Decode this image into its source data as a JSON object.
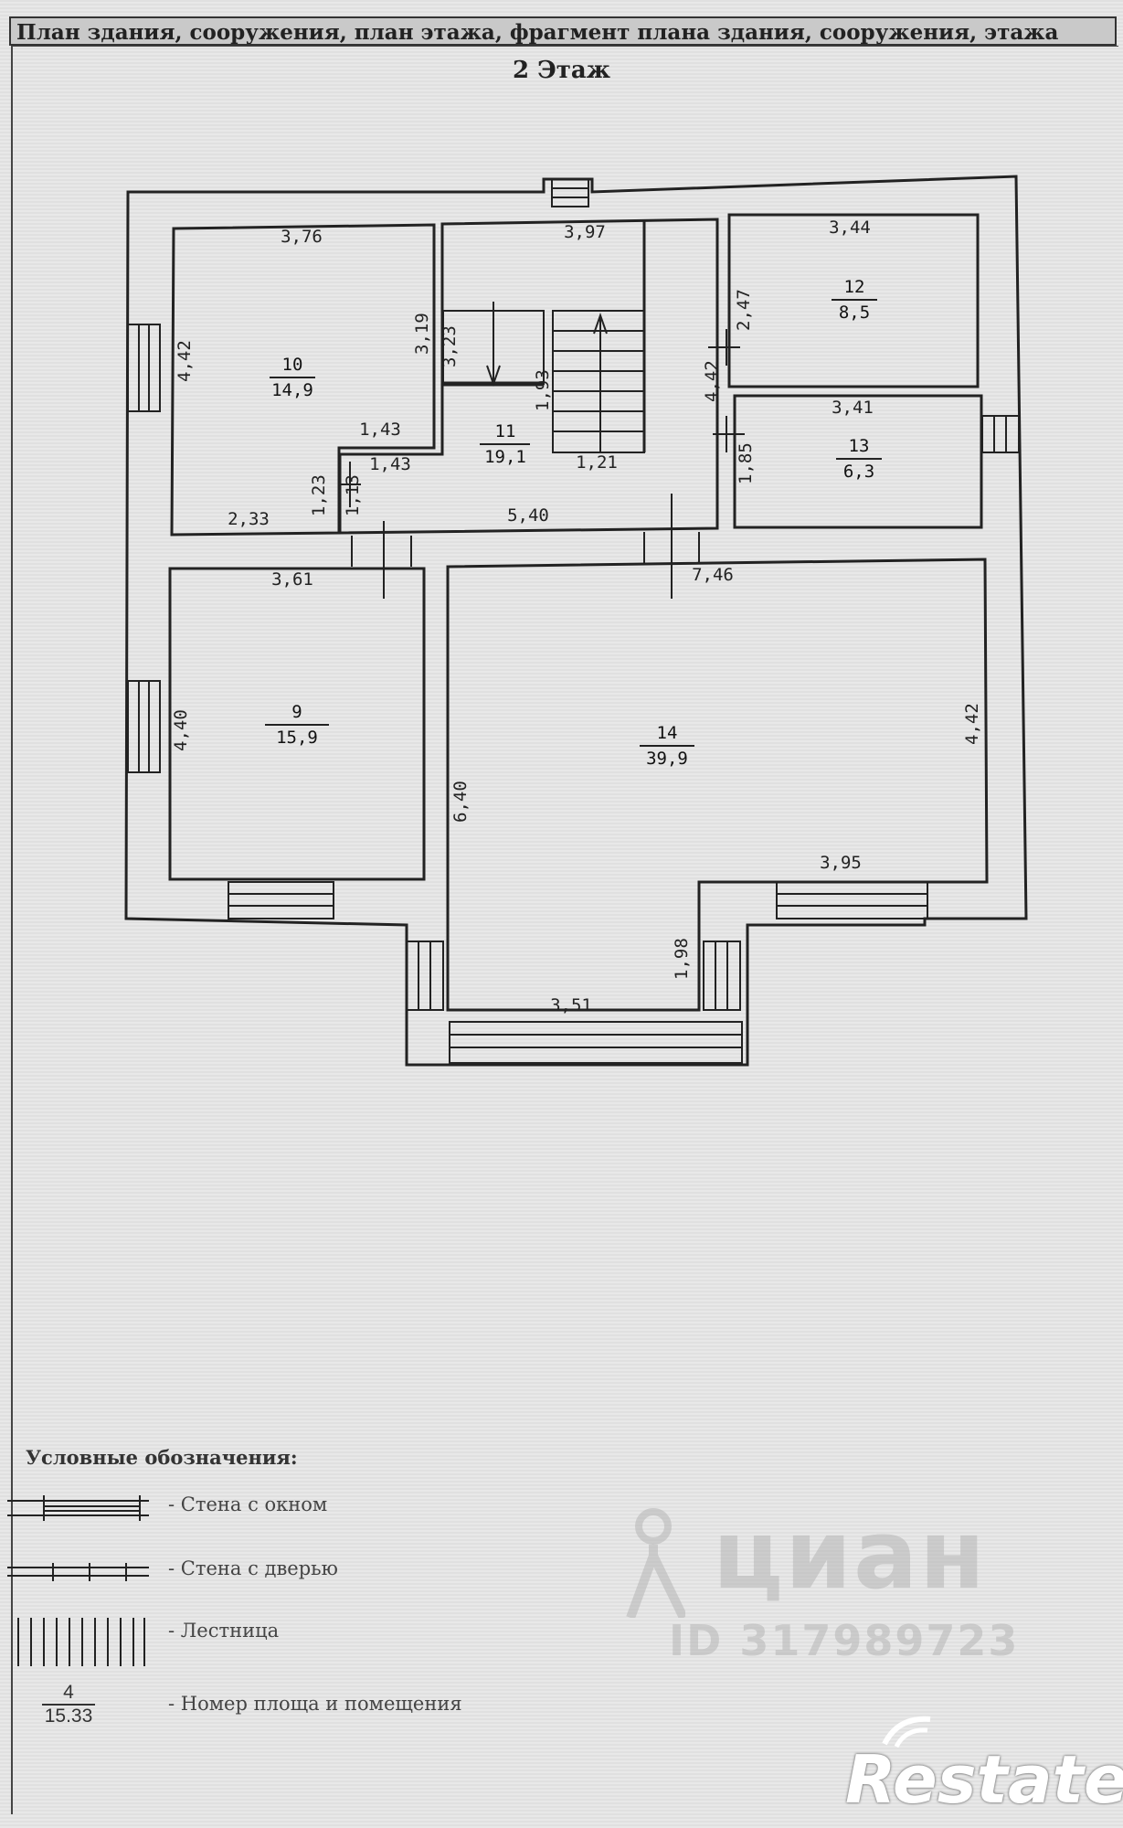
{
  "header": {
    "title": "План здания, сооружения, план этажа, фрагмент плана здания, сооружения, этажа"
  },
  "floor_title": "2 Этаж",
  "rooms": [
    {
      "number": "10",
      "area": "14,9"
    },
    {
      "number": "11",
      "area": "19,1"
    },
    {
      "number": "12",
      "area": "8,5"
    },
    {
      "number": "13",
      "area": "6,3"
    },
    {
      "number": "9",
      "area": "15,9"
    },
    {
      "number": "14",
      "area": "39,9"
    }
  ],
  "dimensions": {
    "r10_top": "3,76",
    "r10_left": "4,42",
    "r10_right": "3,19",
    "r10_mid": "1,43",
    "r10_bottom": "2,33",
    "r11_top": "3,97",
    "r11_stair_a": "3,23",
    "r11_stair_b": "1,93",
    "r11_mid": "1,43",
    "r11_left_a": "1,23",
    "r11_left_b": "1,13",
    "r11_stair_w": "1,21",
    "r11_bottom": "5,40",
    "r11_right": "4,42",
    "r12_top": "3,44",
    "r12_left": "2,47",
    "r13_top": "3,41",
    "r13_left": "1,85",
    "r9_top": "3,61",
    "r9_left": "4,40",
    "r14_top": "7,46",
    "r14_right": "4,42",
    "r14_left": "6,40",
    "r14_step": "3,95",
    "r14_bay_side": "1,98",
    "r14_bay_bottom": "3,51"
  },
  "legend": {
    "title": "Условные обозначения:",
    "items": [
      {
        "label": "- Стена с окном"
      },
      {
        "label": "- Стена с дверью"
      },
      {
        "label": "- Лестница"
      },
      {
        "label": "- Номер площа и помещения"
      }
    ],
    "sample_number": "4",
    "sample_area": "15.33"
  },
  "watermark": {
    "name": "циан",
    "id": "ID 317989723"
  },
  "brand": "Restate"
}
